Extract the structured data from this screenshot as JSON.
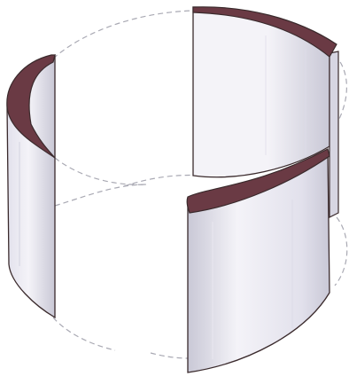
{
  "figure": {
    "subject": "savonius-rotor-blades",
    "colors": {
      "background": "#ffffff",
      "blade_outline": "#3a2a2c",
      "blade_edge_fill": "#6a3a44",
      "blade_surface_light": "#f4f3f8",
      "blade_surface_mid": "#e2e1ec",
      "blade_surface_shadow": "#c9c8d6",
      "hidden_line": "#a9a9b3"
    },
    "line_styles": {
      "hidden_edges": "dashed"
    },
    "parts": [
      "upper-left-blade",
      "upper-right-blade",
      "lower-front-blade",
      "hidden-circular-edges"
    ]
  }
}
